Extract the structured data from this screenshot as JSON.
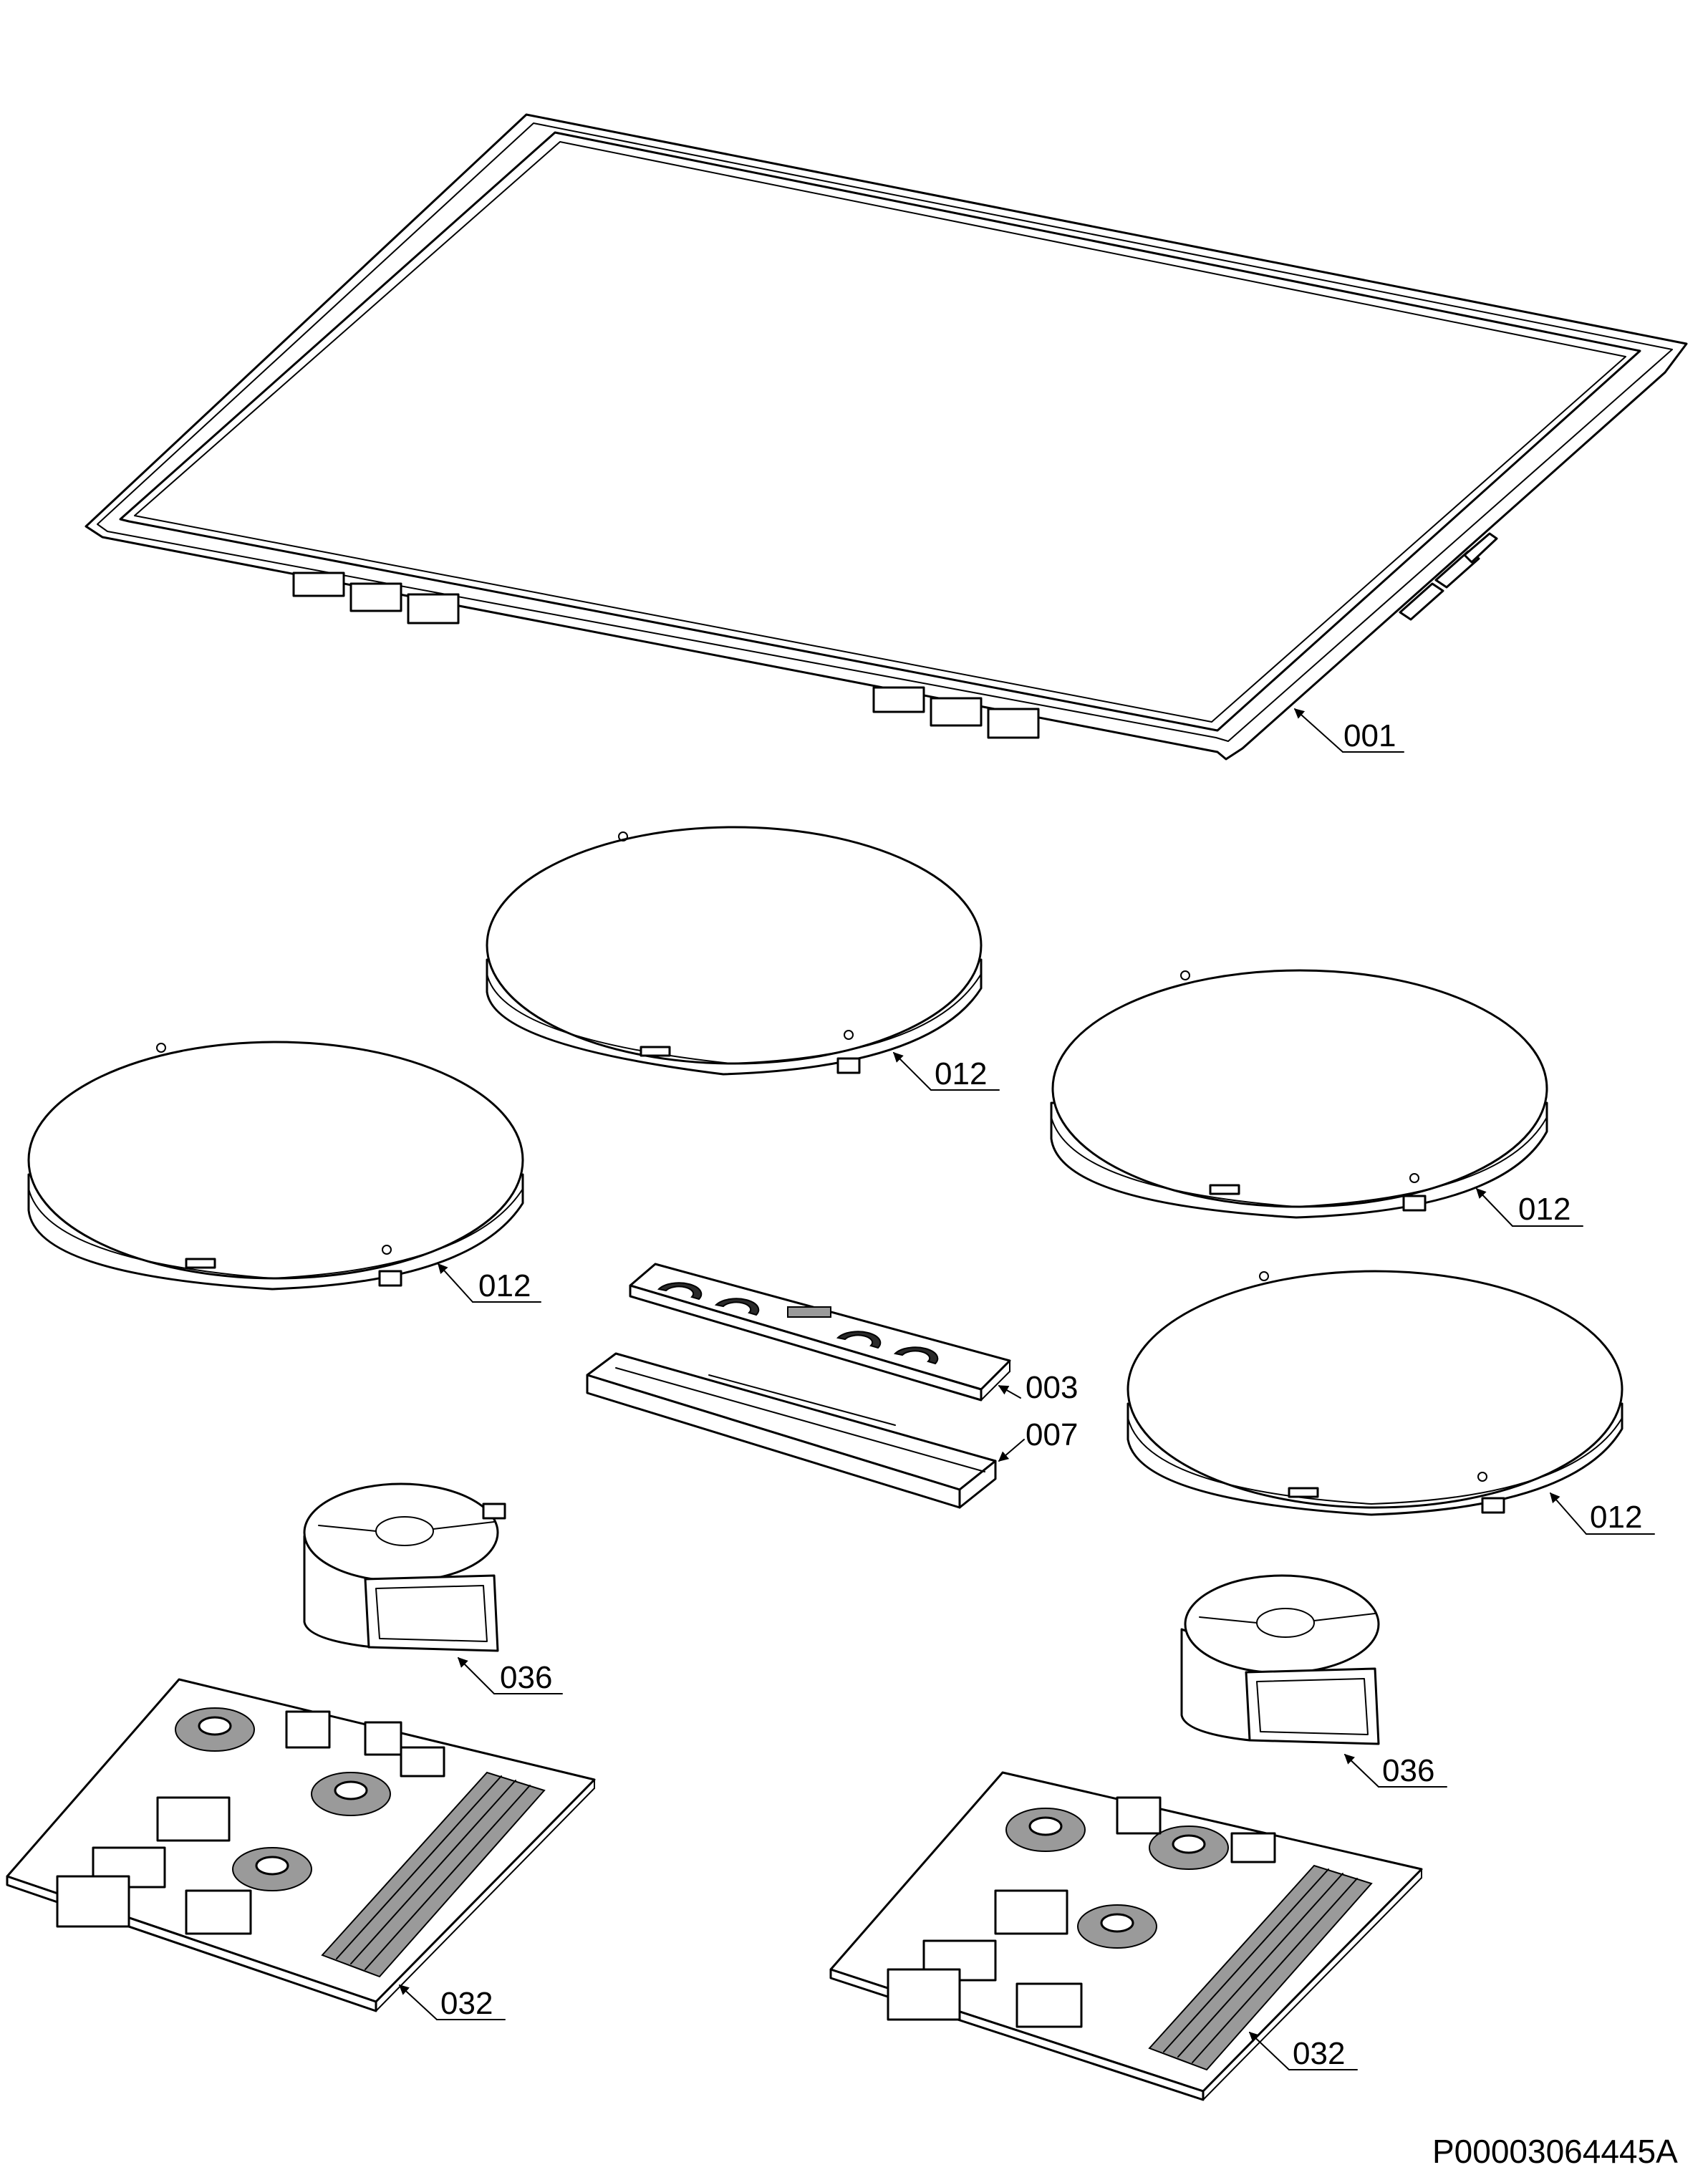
{
  "labels": {
    "part_001": "001",
    "part_012_a": "012",
    "part_012_b": "012",
    "part_012_c": "012",
    "part_012_d": "012",
    "part_003": "003",
    "part_007": "007",
    "part_036_a": "036",
    "part_036_b": "036",
    "part_032_a": "032",
    "part_032_b": "032"
  },
  "drawing_code": "P00003064445A"
}
